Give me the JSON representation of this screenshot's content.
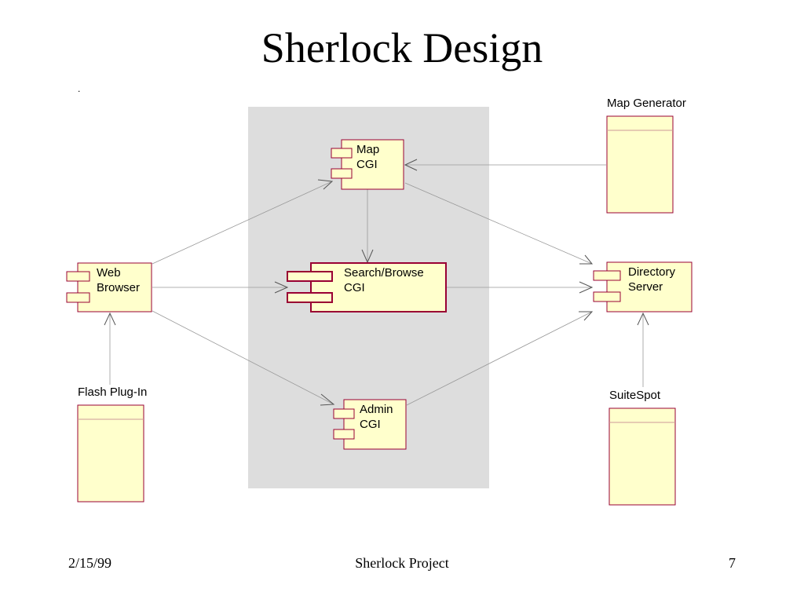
{
  "slide": {
    "title": "Sherlock Design",
    "mark": "."
  },
  "colors": {
    "component_fill": "#ffffcc",
    "component_border": "#990033",
    "group_fill": "#dddddd",
    "arrow": "#999999"
  },
  "diagram": {
    "components": {
      "map_cgi": "Map\nCGI",
      "search_browse_cgi": "Search/Browse\nCGI",
      "admin_cgi": "Admin\nCGI",
      "web_browser": "Web\nBrowser",
      "directory_server": "Directory\nServer"
    },
    "boxes": {
      "map_generator": "Map Generator",
      "flash_plugin": "Flash Plug-In",
      "suitespot": "SuiteSpot"
    }
  },
  "footer": {
    "date": "2/15/99",
    "project": "Sherlock Project",
    "page": "7"
  }
}
